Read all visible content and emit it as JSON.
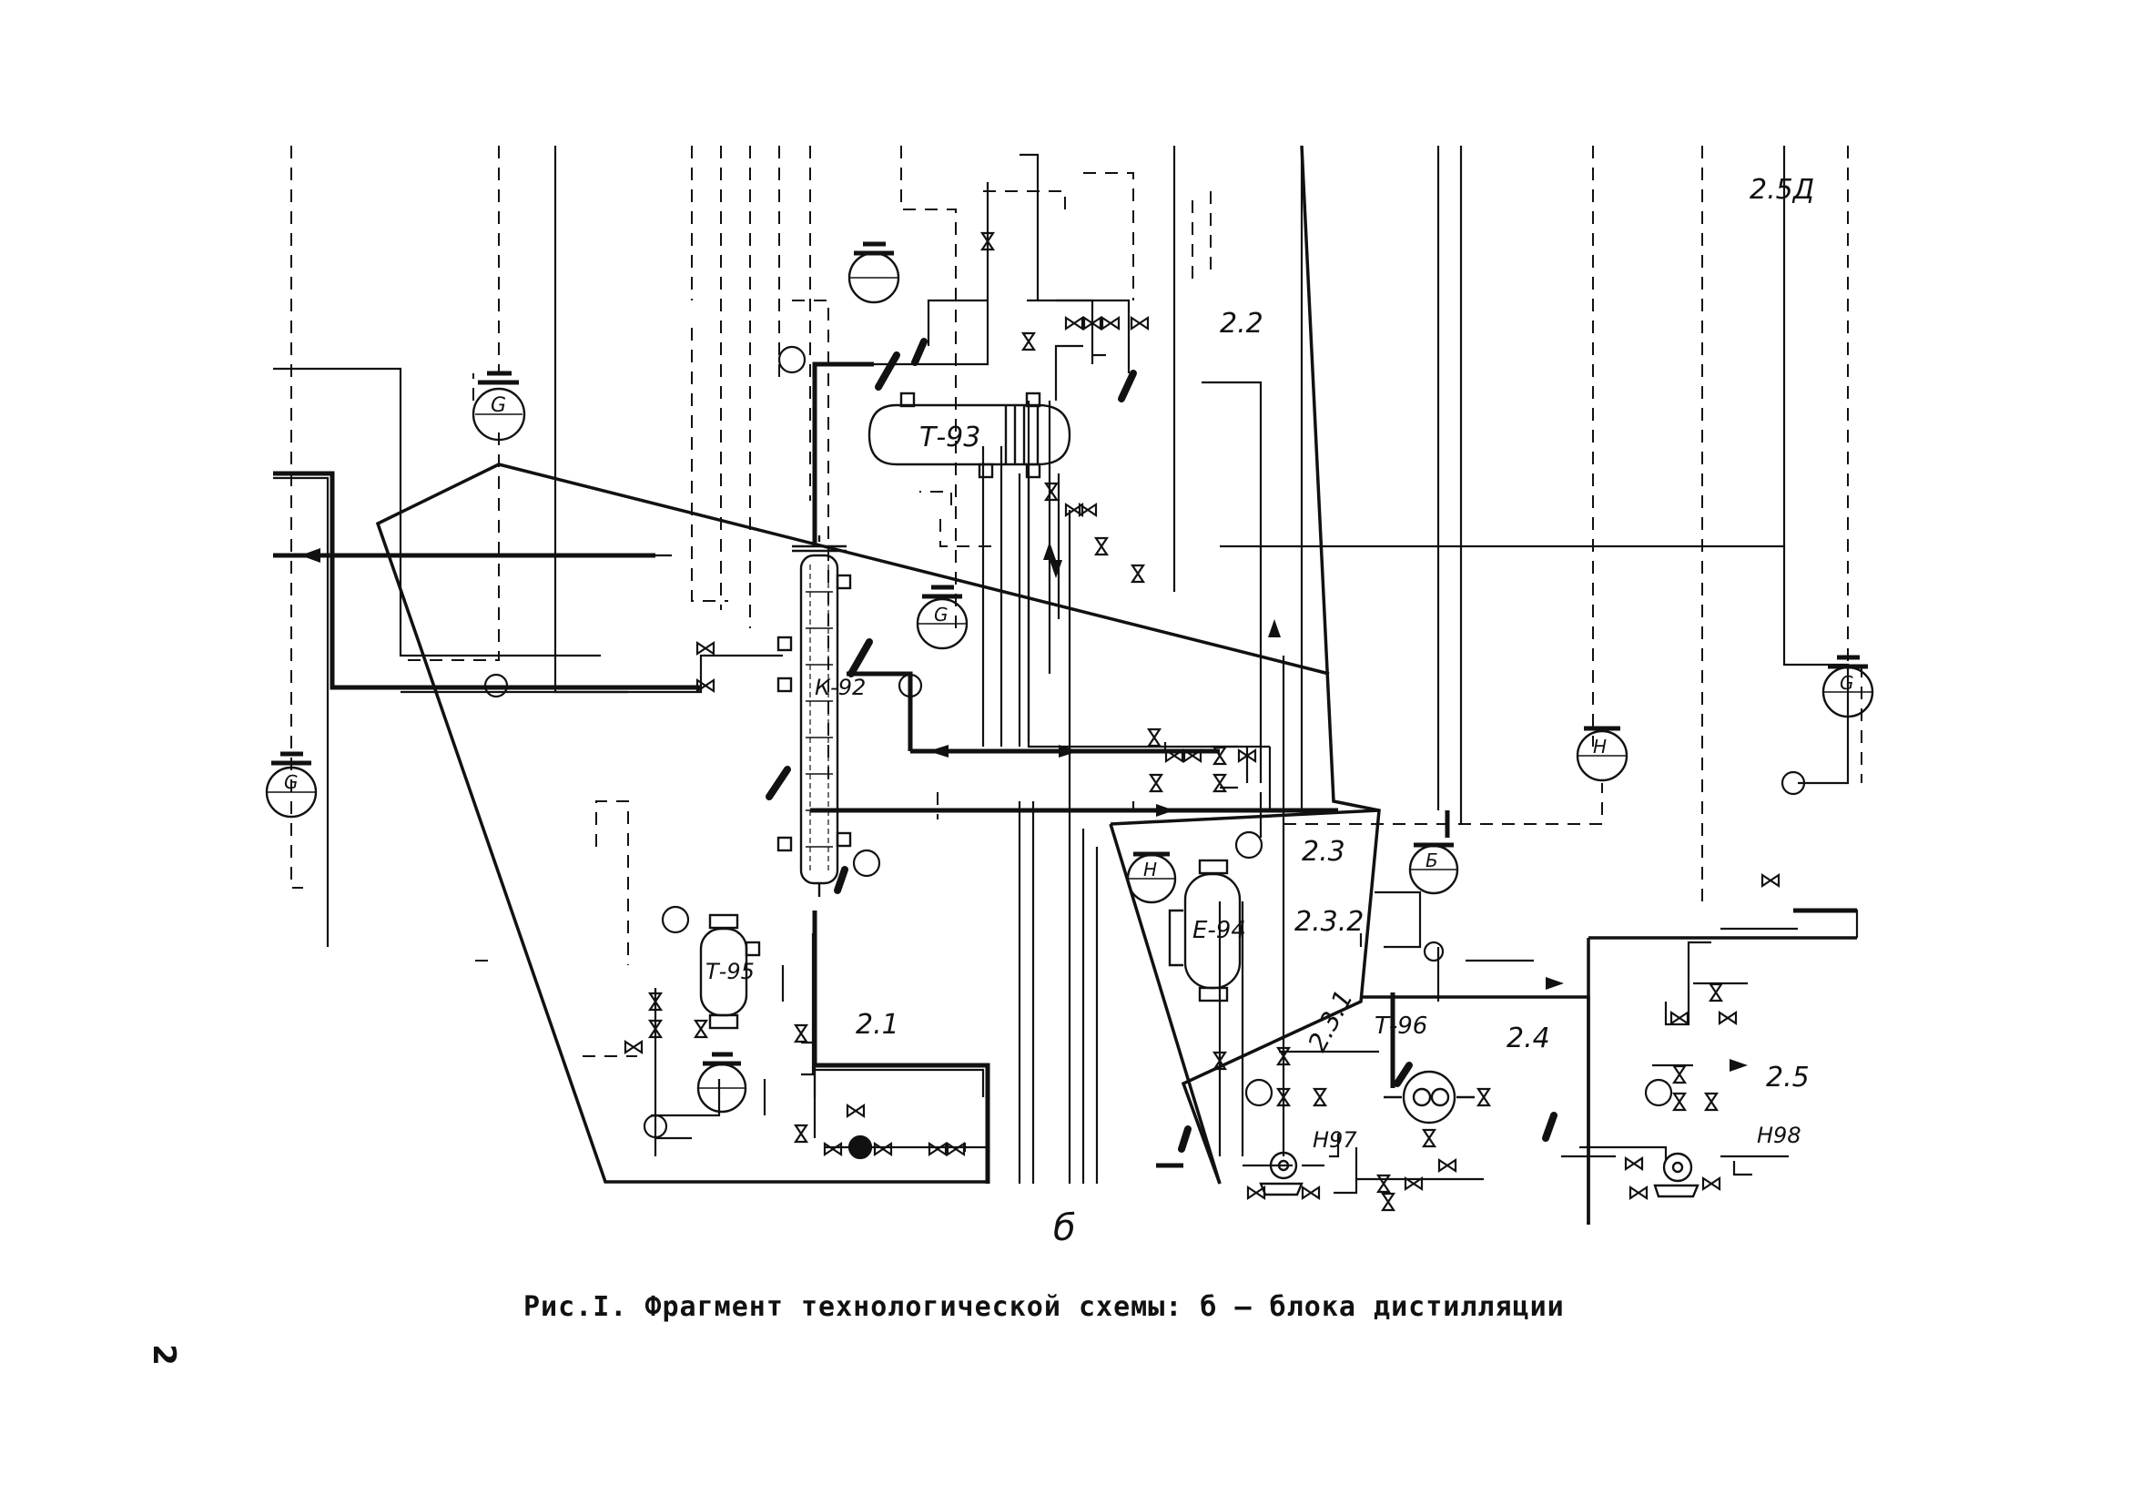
{
  "caption": "Рис.I. Фрагмент технологической схемы: б – блока дистилляции",
  "page_mark": "2",
  "figure_letter": "б",
  "zones": [
    {
      "id": "z21",
      "label": "2.1"
    },
    {
      "id": "z22",
      "label": "2.2"
    },
    {
      "id": "z23",
      "label": "2.3"
    },
    {
      "id": "z232",
      "label": "2.3.2"
    },
    {
      "id": "z231",
      "label": "2.3.1"
    },
    {
      "id": "z24",
      "label": "2.4"
    },
    {
      "id": "z25",
      "label": "2.5"
    },
    {
      "id": "z25d",
      "label": "2.5Д"
    }
  ],
  "equipment": {
    "column": "К-92",
    "condenser": "Т-93",
    "reboiler": "Т-95",
    "vessel": "Е-94",
    "cooler": "Т-96",
    "pump1": "Н97",
    "pump2": "Н98"
  },
  "instruments": {
    "g": "G",
    "h": "H",
    "b": "Б"
  },
  "colors": {
    "ink": "#111111",
    "paper": "#ffffff"
  }
}
